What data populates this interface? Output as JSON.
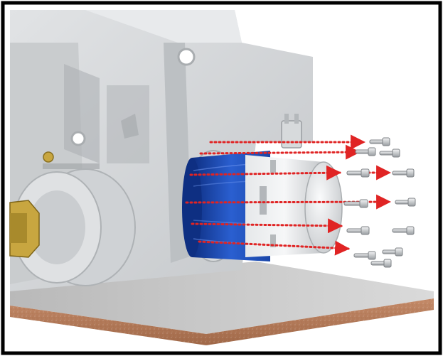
{
  "figure": {
    "description_kind": "exploded-assembly-illustration",
    "parts": {
      "housing": "gearbox-housing",
      "motor": "blue-motor-cylinder",
      "end_cap": "aluminum-end-cap",
      "wheel": "drive-wheel",
      "hub": "brass-hex-hub",
      "base": "mounting-plate",
      "fasteners": "cap-screws",
      "connector": "cable-connector"
    },
    "colors": {
      "frame": "#000000",
      "background": "#ffffff",
      "housing": "#d3d6d8",
      "housing_dark": "#a9adb0",
      "motor_blue": "#1f4fb8",
      "motor_blue_dark": "#0e2f82",
      "end_cap": "#cfd2d5",
      "arrow_red": "#e02424",
      "brass": "#c8a640",
      "plate_top": "#c9c9c9",
      "plate_side": "#b07a5a"
    },
    "screw_count": 12,
    "arrow_count": 7
  }
}
